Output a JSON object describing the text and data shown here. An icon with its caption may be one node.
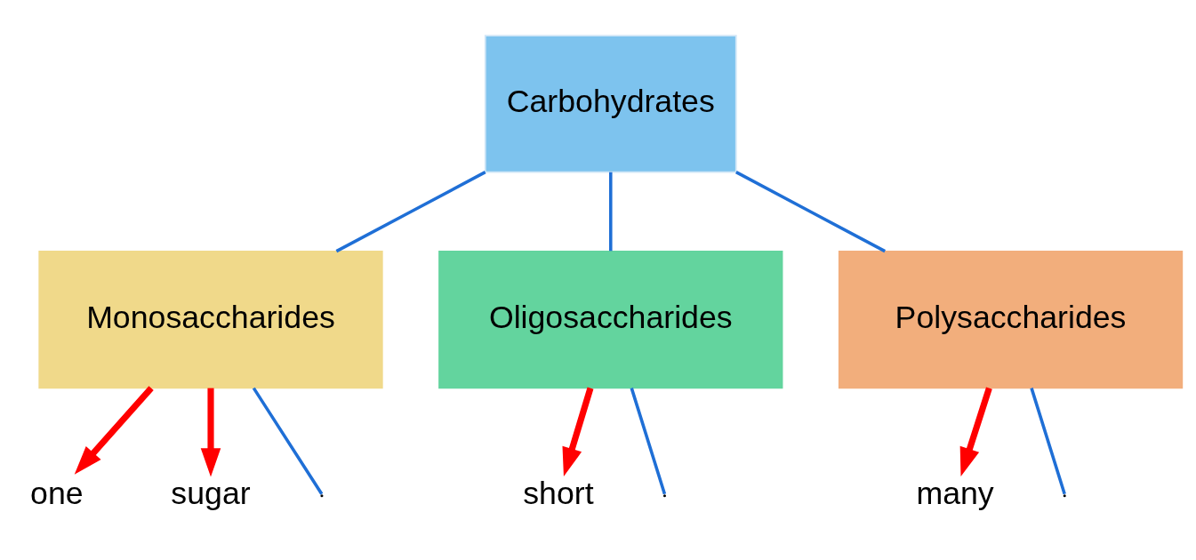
{
  "diagram": {
    "nodes": [
      {
        "text": [
          "Carbohydrates"
        ]
      },
      {
        "text": [
          "Monosaccharides"
        ]
      },
      {
        "text": [
          "Oligosaccharides"
        ]
      },
      {
        "text": [
          "Polysaccharides"
        ]
      },
      {
        "text": [
          "one"
        ]
      },
      {
        "text": [
          "sugar"
        ]
      },
      {
        "text": [
          "short"
        ]
      },
      {
        "text": [
          "many"
        ]
      }
    ],
    "edges": [
      {
        "from": 0,
        "to": 1,
        "arrow": "none"
      },
      {
        "from": 0,
        "to": 2,
        "arrow": "none"
      },
      {
        "from": 0,
        "to": 3,
        "arrow": "none"
      },
      {
        "from": 1,
        "to": 4,
        "arrow": "to",
        "style": "thick",
        "color": "#ff0000"
      },
      {
        "from": 1,
        "to": 5,
        "arrow": "to",
        "style": "thick",
        "color": "#ff0000"
      },
      {
        "from": 2,
        "to": 6,
        "arrow": "to",
        "style": "thick",
        "color": "#ff0000"
      },
      {
        "from": 3,
        "to": 7,
        "arrow": "to",
        "style": "thick",
        "color": "#ff0000"
      },
      {
        "from": 1,
        "to": null,
        "arrow": "none"
      },
      {
        "from": 2,
        "to": null,
        "arrow": "none"
      },
      {
        "from": 3,
        "to": null,
        "arrow": "none"
      }
    ]
  }
}
